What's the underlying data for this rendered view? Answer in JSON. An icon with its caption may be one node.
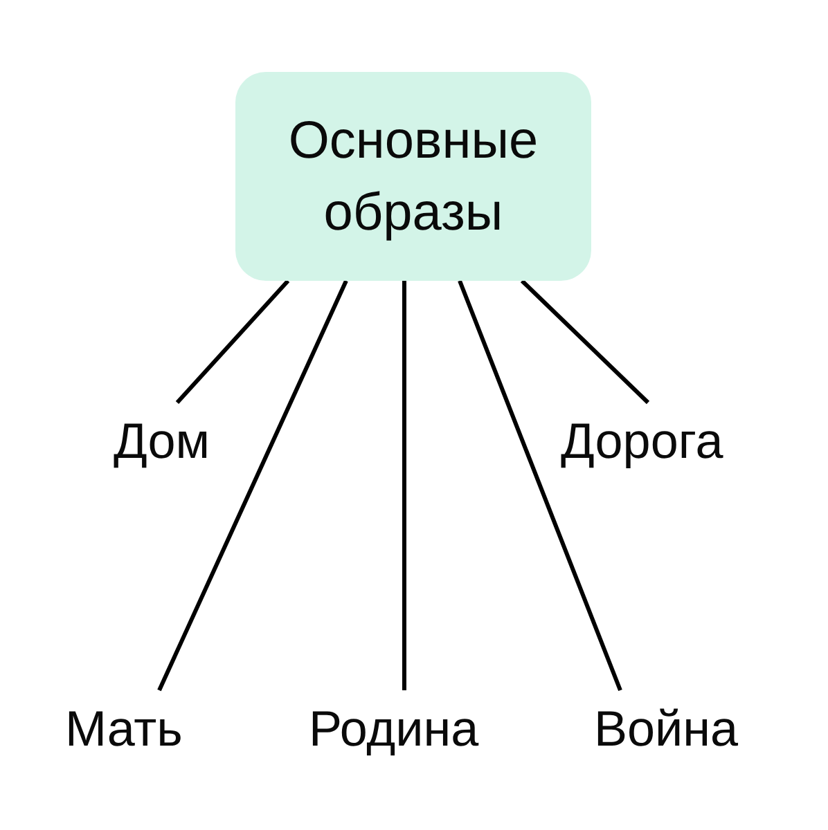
{
  "diagram": {
    "nodes": [
      {
        "text": [
          "Основные образы"
        ]
      },
      {
        "text": [
          "Дом"
        ]
      },
      {
        "text": [
          "Дорога"
        ]
      },
      {
        "text": [
          "Мать"
        ]
      },
      {
        "text": [
          "Родина"
        ]
      },
      {
        "text": [
          "Война"
        ]
      }
    ],
    "edges": [
      {
        "from": 0,
        "to": 1,
        "arrow": "none"
      },
      {
        "from": 0,
        "to": 2,
        "arrow": "none"
      },
      {
        "from": 0,
        "to": 3,
        "arrow": "none"
      },
      {
        "from": 0,
        "to": 4,
        "arrow": "none"
      },
      {
        "from": 0,
        "to": 5,
        "arrow": "none"
      }
    ]
  }
}
